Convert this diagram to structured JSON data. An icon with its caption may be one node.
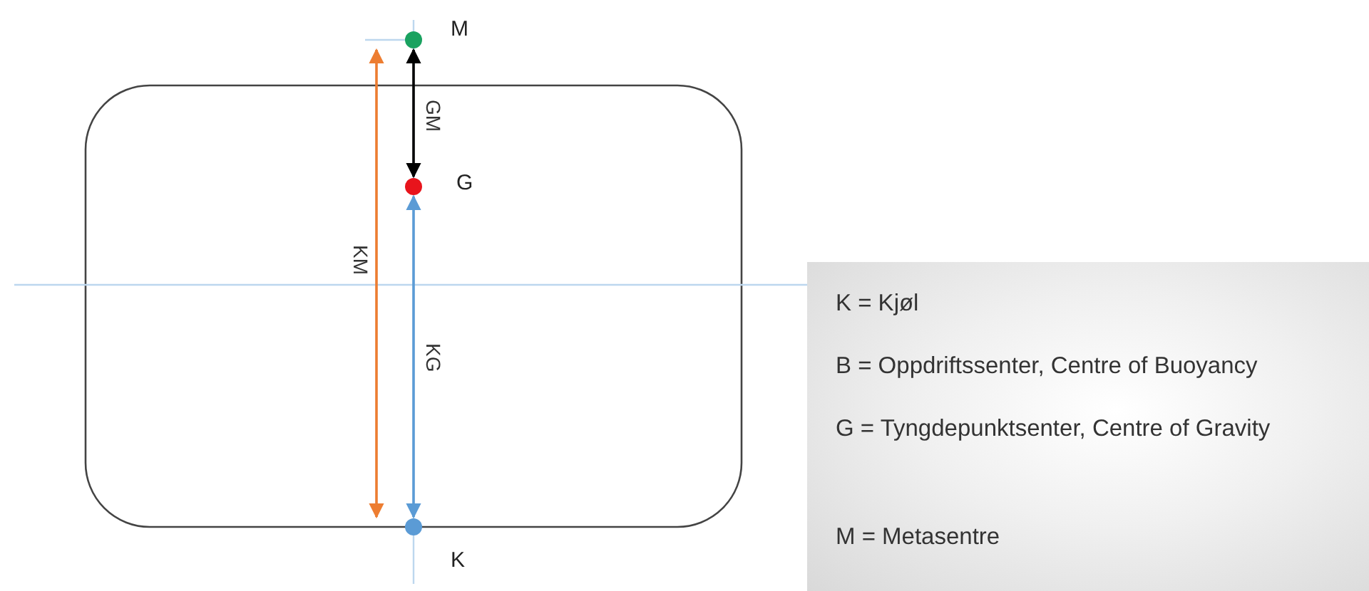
{
  "diagram": {
    "nodes": [
      {
        "text": [
          "M"
        ]
      },
      {
        "text": [
          "G"
        ]
      },
      {
        "text": [
          "K"
        ]
      },
      {
        "text": [
          "K = Kjøl",
          "B = Oppdriftssenter, Centre of Buoyancy",
          "G = Tyngdepunktsenter, Centre of Gravity",
          "M = Metasentre"
        ]
      }
    ],
    "edges": [
      {
        "from": 0,
        "to": 1,
        "arrow": "both",
        "label": "GM",
        "color": "#000000"
      },
      {
        "from": 2,
        "to": 1,
        "arrow": "both",
        "label": "KG",
        "color": "#5b9bd5"
      },
      {
        "from": 2,
        "to": 0,
        "arrow": "both",
        "label": "KM",
        "color": "#ed7d31"
      }
    ]
  }
}
